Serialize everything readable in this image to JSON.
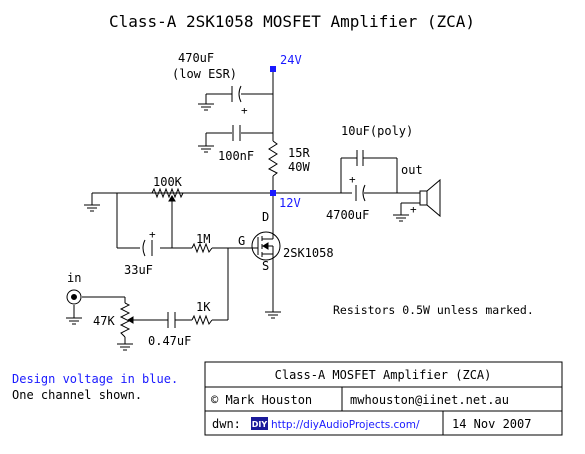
{
  "title": "Class-A 2SK1058 MOSFET Amplifier (ZCA)",
  "voltages": {
    "top": "24V",
    "mid": "12V"
  },
  "components": {
    "c_470u_value": "470uF",
    "c_470u_note": "(low ESR)",
    "c_100n": "100nF",
    "r_15r_value": "15R",
    "r_15r_power": "40W",
    "c_10u_poly": "10uF(poly)",
    "c_4700u": "4700uF",
    "out_label": "out",
    "r_100k": "100K",
    "r_1m": "1M",
    "c_33u": "33uF",
    "mosfet": "2SK1058",
    "pin_d": "D",
    "pin_g": "G",
    "pin_s": "S",
    "in_label": "in",
    "pot_47k": "47K",
    "c_047u": "0.47uF",
    "r_1k": "1K",
    "plus": "+"
  },
  "note_resistors": "Resistors 0.5W unless marked.",
  "note_design": "Design voltage in blue.",
  "note_channel": "One channel shown.",
  "titleblock": {
    "title": "Class-A MOSFET Amplifier (ZCA)",
    "author": "© Mark Houston",
    "email": "mwhouston@iinet.net.au",
    "dwn_label": "dwn:",
    "diy_badge": "DIY",
    "url": "http://diyAudioProjects.com/",
    "date": "14 Nov 2007"
  },
  "colors": {
    "voltage": "#1a1aff",
    "wire": "#000000",
    "badge_bg": "#1a1a9a"
  }
}
